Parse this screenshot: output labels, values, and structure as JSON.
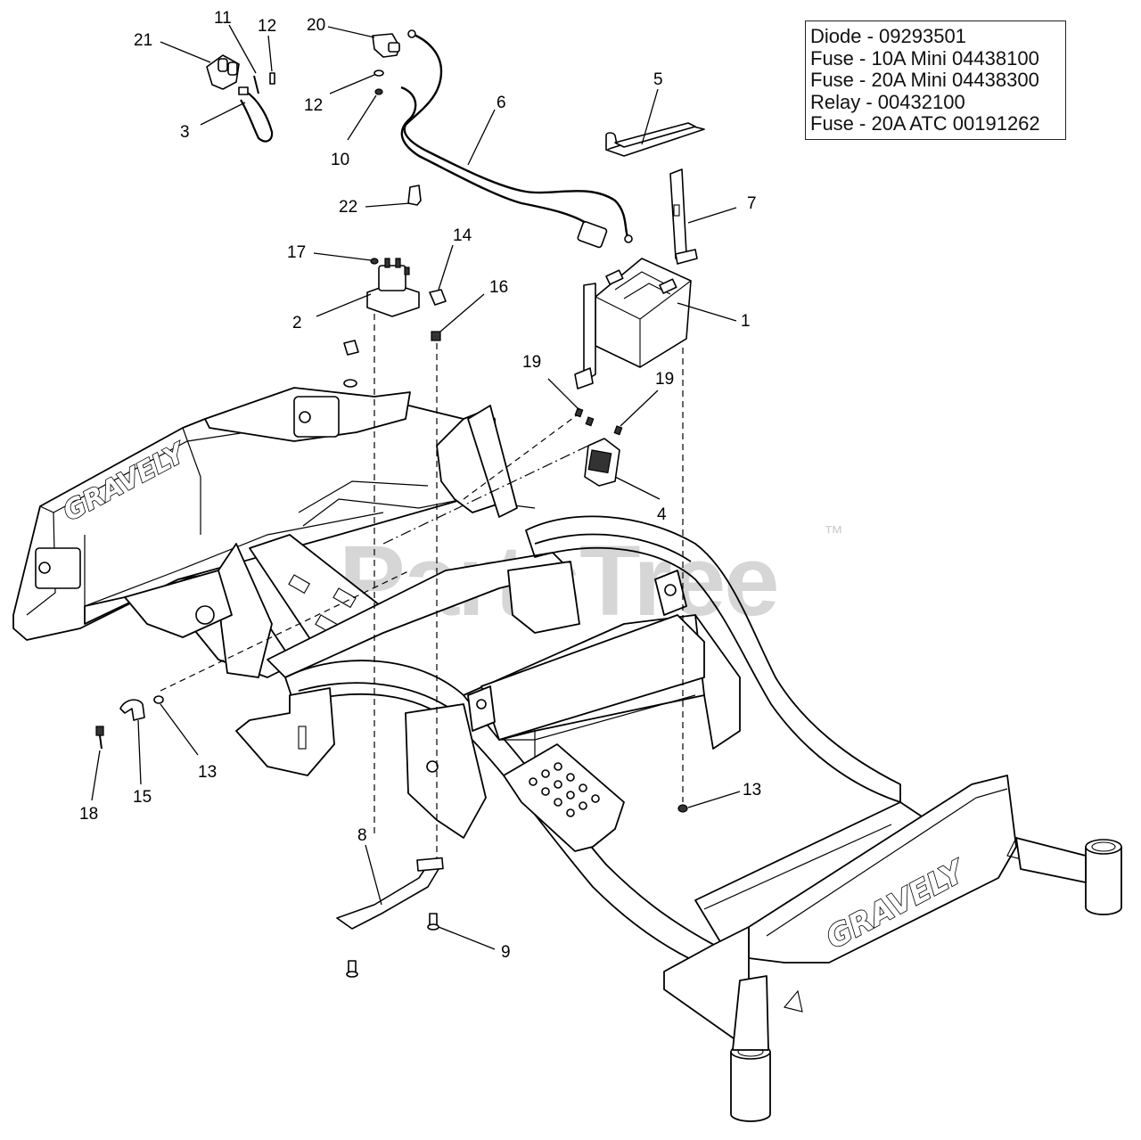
{
  "legend": {
    "rows": [
      "Diode - 09293501",
      "Fuse - 10A Mini 04438100",
      "Fuse - 20A Mini 04438300",
      "Relay - 00432100",
      "Fuse - 20A ATC 00191262"
    ]
  },
  "callouts": {
    "c1": "1",
    "c2": "2",
    "c3": "3",
    "c4": "4",
    "c5": "5",
    "c6": "6",
    "c7": "7",
    "c8": "8",
    "c9": "9",
    "c10": "10",
    "c11": "11",
    "c12a": "12",
    "c12b": "12",
    "c13a": "13",
    "c13b": "13",
    "c14": "14",
    "c15": "15",
    "c16": "16",
    "c17": "17",
    "c18": "18",
    "c19a": "19",
    "c19b": "19",
    "c20": "20",
    "c21": "21",
    "c22": "22"
  },
  "branding": {
    "frame_logo_front": "GRAVELY",
    "frame_logo_side": "GRAVELY"
  },
  "watermark": {
    "text": "PartsTree",
    "trademark": "™"
  }
}
